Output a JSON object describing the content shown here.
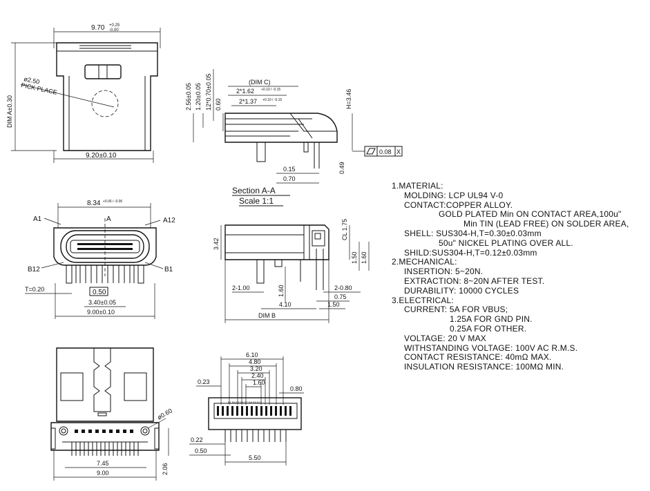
{
  "top_view": {
    "width_dim": "9.70",
    "width_tol_plus": "+0.25",
    "width_tol_minus": "-0.00",
    "height_dim": "DIM A±0.30",
    "pick_dim": "ø2.50",
    "pick_label": "PICK PLACE",
    "bottom_dim": "9.20±0.10"
  },
  "side_view": {
    "dim_c": "(DIM C)",
    "d1": "2*1.62",
    "d1_tol": "+0.10 / -0.15",
    "d2": "2*1.37",
    "d2_tol": "+0.10 / -0.15",
    "v1": "2.56±0.05",
    "v2": "1.20±0.05",
    "v3": "0.60",
    "v4": "12*0.70±0.05",
    "h": "H=3.46",
    "flat": "0.08",
    "flat_ref": "X",
    "b1": "0.15",
    "b2": "0.70",
    "b3": "0.49"
  },
  "section_label": "Section  A-A",
  "scale_label": "Scale  1:1",
  "front_view": {
    "top_dim": "8.34",
    "top_tol": "+0.06 / -0.06",
    "a1": "A1",
    "a": "A",
    "a12": "A12",
    "b12": "B12",
    "b1": "B1",
    "t": "T=0.20",
    "box": "0.50",
    "pitch": "3.40±0.05",
    "width": "9.00±0.10"
  },
  "section_view": {
    "h342": "3.42",
    "cl": "CL 1.75",
    "r150": "1.50",
    "r160": "1.60",
    "l2": "2-1.00",
    "m160": "1.60",
    "r280": "2-0.80",
    "r075": "0.75",
    "d410": "4.10",
    "d150": "1.50",
    "dimb": "DIM B"
  },
  "bottom_view": {
    "hole": "ø0.60",
    "w745": "7.45",
    "w900": "9.00",
    "h206": "2.06"
  },
  "footprint": {
    "d610": "6.10",
    "d480": "4.80",
    "d320": "3.20",
    "d240": "2.40",
    "d160": "1.60",
    "d080": "0.80",
    "d023": "0.23",
    "d022": "0.22",
    "d050": "0.50",
    "d550": "5.50",
    "pins": "B1 B4 B5 B6 B7 B8 B9 B12"
  },
  "spec": {
    "material_title": "1.MATERIAL:",
    "molding": "MOLDING: LCP UL94 V-0",
    "contact": "CONTACT:COPPER ALLOY.",
    "gold": "GOLD PLATED Min ON CONTACT AREA,100u\"",
    "tin": "Min TIN (LEAD FREE) ON SOLDER AREA,",
    "shell": "SHELL: SUS304-H,T=0.30±0.03mm",
    "nickel": "50u\" NICKEL PLATING OVER ALL.",
    "shild": "SHILD:SUS304-H,T=0.12±0.03mm",
    "mech_title": "2.MECHANICAL:",
    "insertion": "INSERTION: 5~20N.",
    "extraction": "EXTRACTION: 8~20N AFTER TEST.",
    "durability": "DURABILITY: 10000 CYCLES",
    "elec_title": "3.ELECTRICAL:",
    "current": "CURRENT: 5A FOR VBUS;",
    "gnd": "1.25A FOR GND PIN.",
    "other": "0.25A FOR OTHER.",
    "voltage": "VOLTAGE: 20 V MAX",
    "withstand": "WITHSTANDING VOLTAGE: 100V AC R.M.S.",
    "contact_res": "CONTACT RESISTANCE: 40mΩ MAX.",
    "insulation": "INSULATION RESISTANCE: 100MΩ MIN."
  }
}
